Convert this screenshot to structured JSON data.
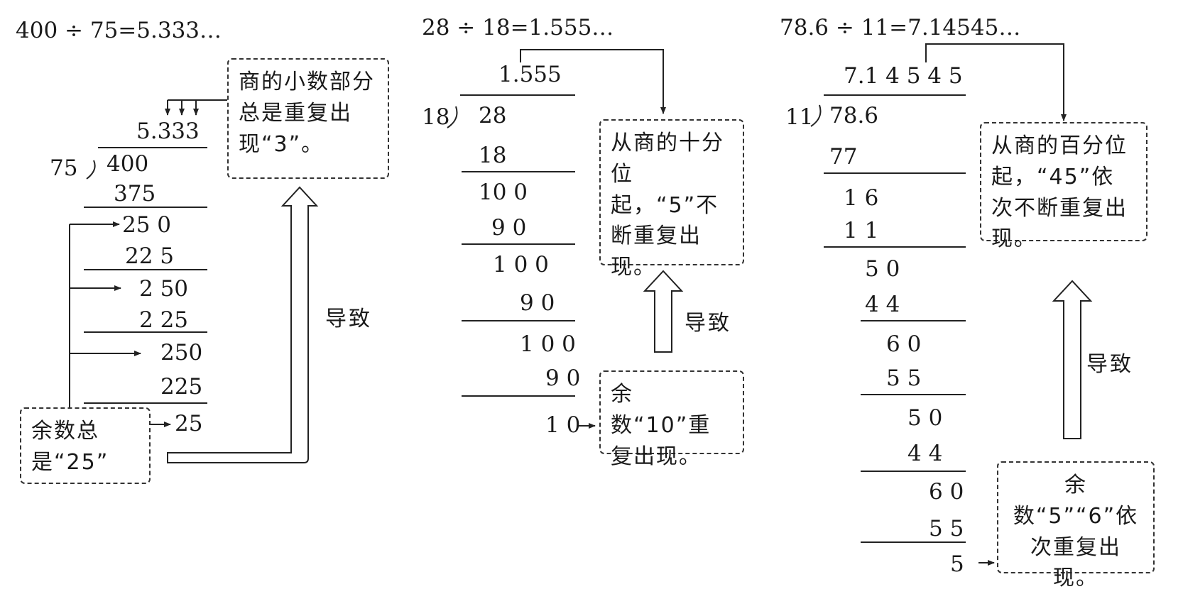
{
  "problem1": {
    "equation": "400 ÷ 75=5.333…",
    "quotient": "5.333",
    "divisor": "75",
    "dividend": "400",
    "steps": [
      "375",
      "25 0",
      "22 5",
      "2 50",
      "2 25",
      "250",
      "225",
      "25"
    ],
    "note_quotient": "商的小数部分总是重复出现“3”。",
    "note_remainder": "余数总是“25”",
    "leads_to": "导致"
  },
  "problem2": {
    "equation": "28 ÷ 18=1.555…",
    "quotient": "1.555",
    "divisor": "18",
    "dividend": "28",
    "steps": [
      "18",
      "10 0",
      "9 0",
      "1 0 0",
      "9 0",
      "1 0 0",
      "9 0",
      "1 0"
    ],
    "note_quotient": "从商的十分位起，“5”不断重复出现。",
    "note_remainder": "余数“10”重复出现。",
    "leads_to": "导致"
  },
  "problem3": {
    "equation": "78.6 ÷ 11=7.14545…",
    "quotient": "7.1 4 5 4 5",
    "divisor": "11",
    "dividend": "78.6",
    "steps": [
      "77",
      "1 6",
      "1 1",
      "5 0",
      "4 4",
      "6 0",
      "5 5",
      "5 0",
      "4 4",
      "6 0",
      "5 5",
      "5"
    ],
    "note_quotient": "从商的百分位起，“45”依次不断重复出现。",
    "note_remainder": "余数“5”“6”依次重复出现。",
    "leads_to": "导致"
  }
}
